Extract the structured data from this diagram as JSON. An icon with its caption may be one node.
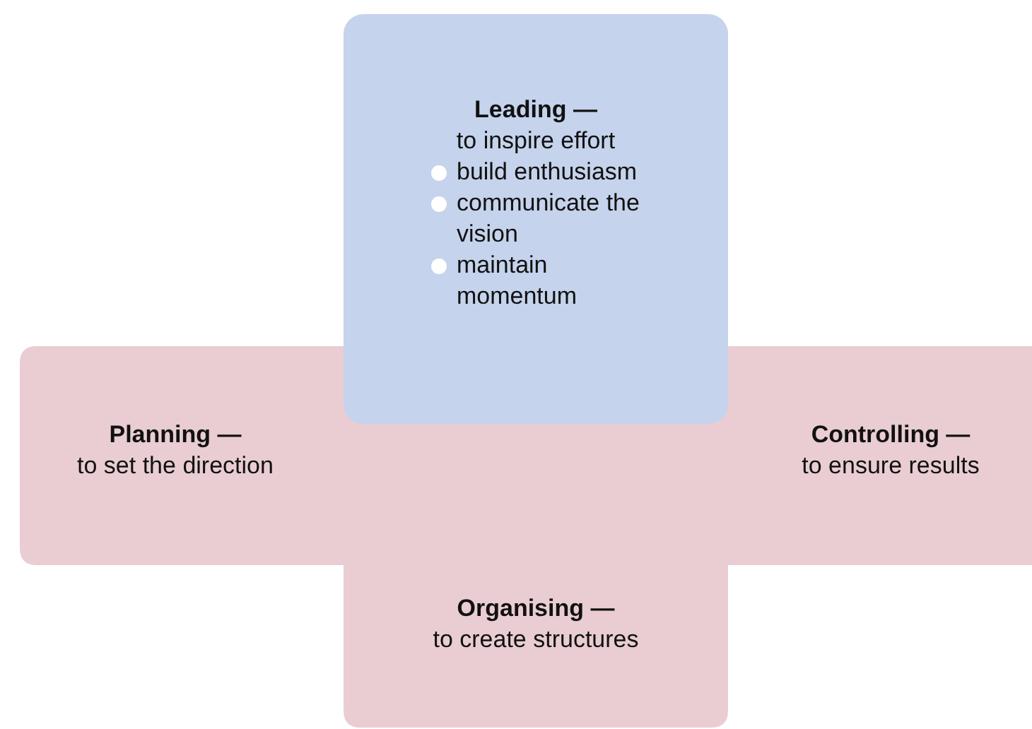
{
  "diagram": {
    "nodes": [
      {
        "text": [
          "Leading —",
          "to inspire effort",
          "build enthusiasm",
          "communicate the vision",
          "maintain momentum"
        ]
      },
      {
        "text": [
          "Planning —",
          "to set the direction"
        ]
      },
      {
        "text": [
          "Controlling —",
          "to ensure results"
        ]
      },
      {
        "text": [
          "Organising —",
          "to create structures"
        ]
      }
    ],
    "edges": []
  }
}
